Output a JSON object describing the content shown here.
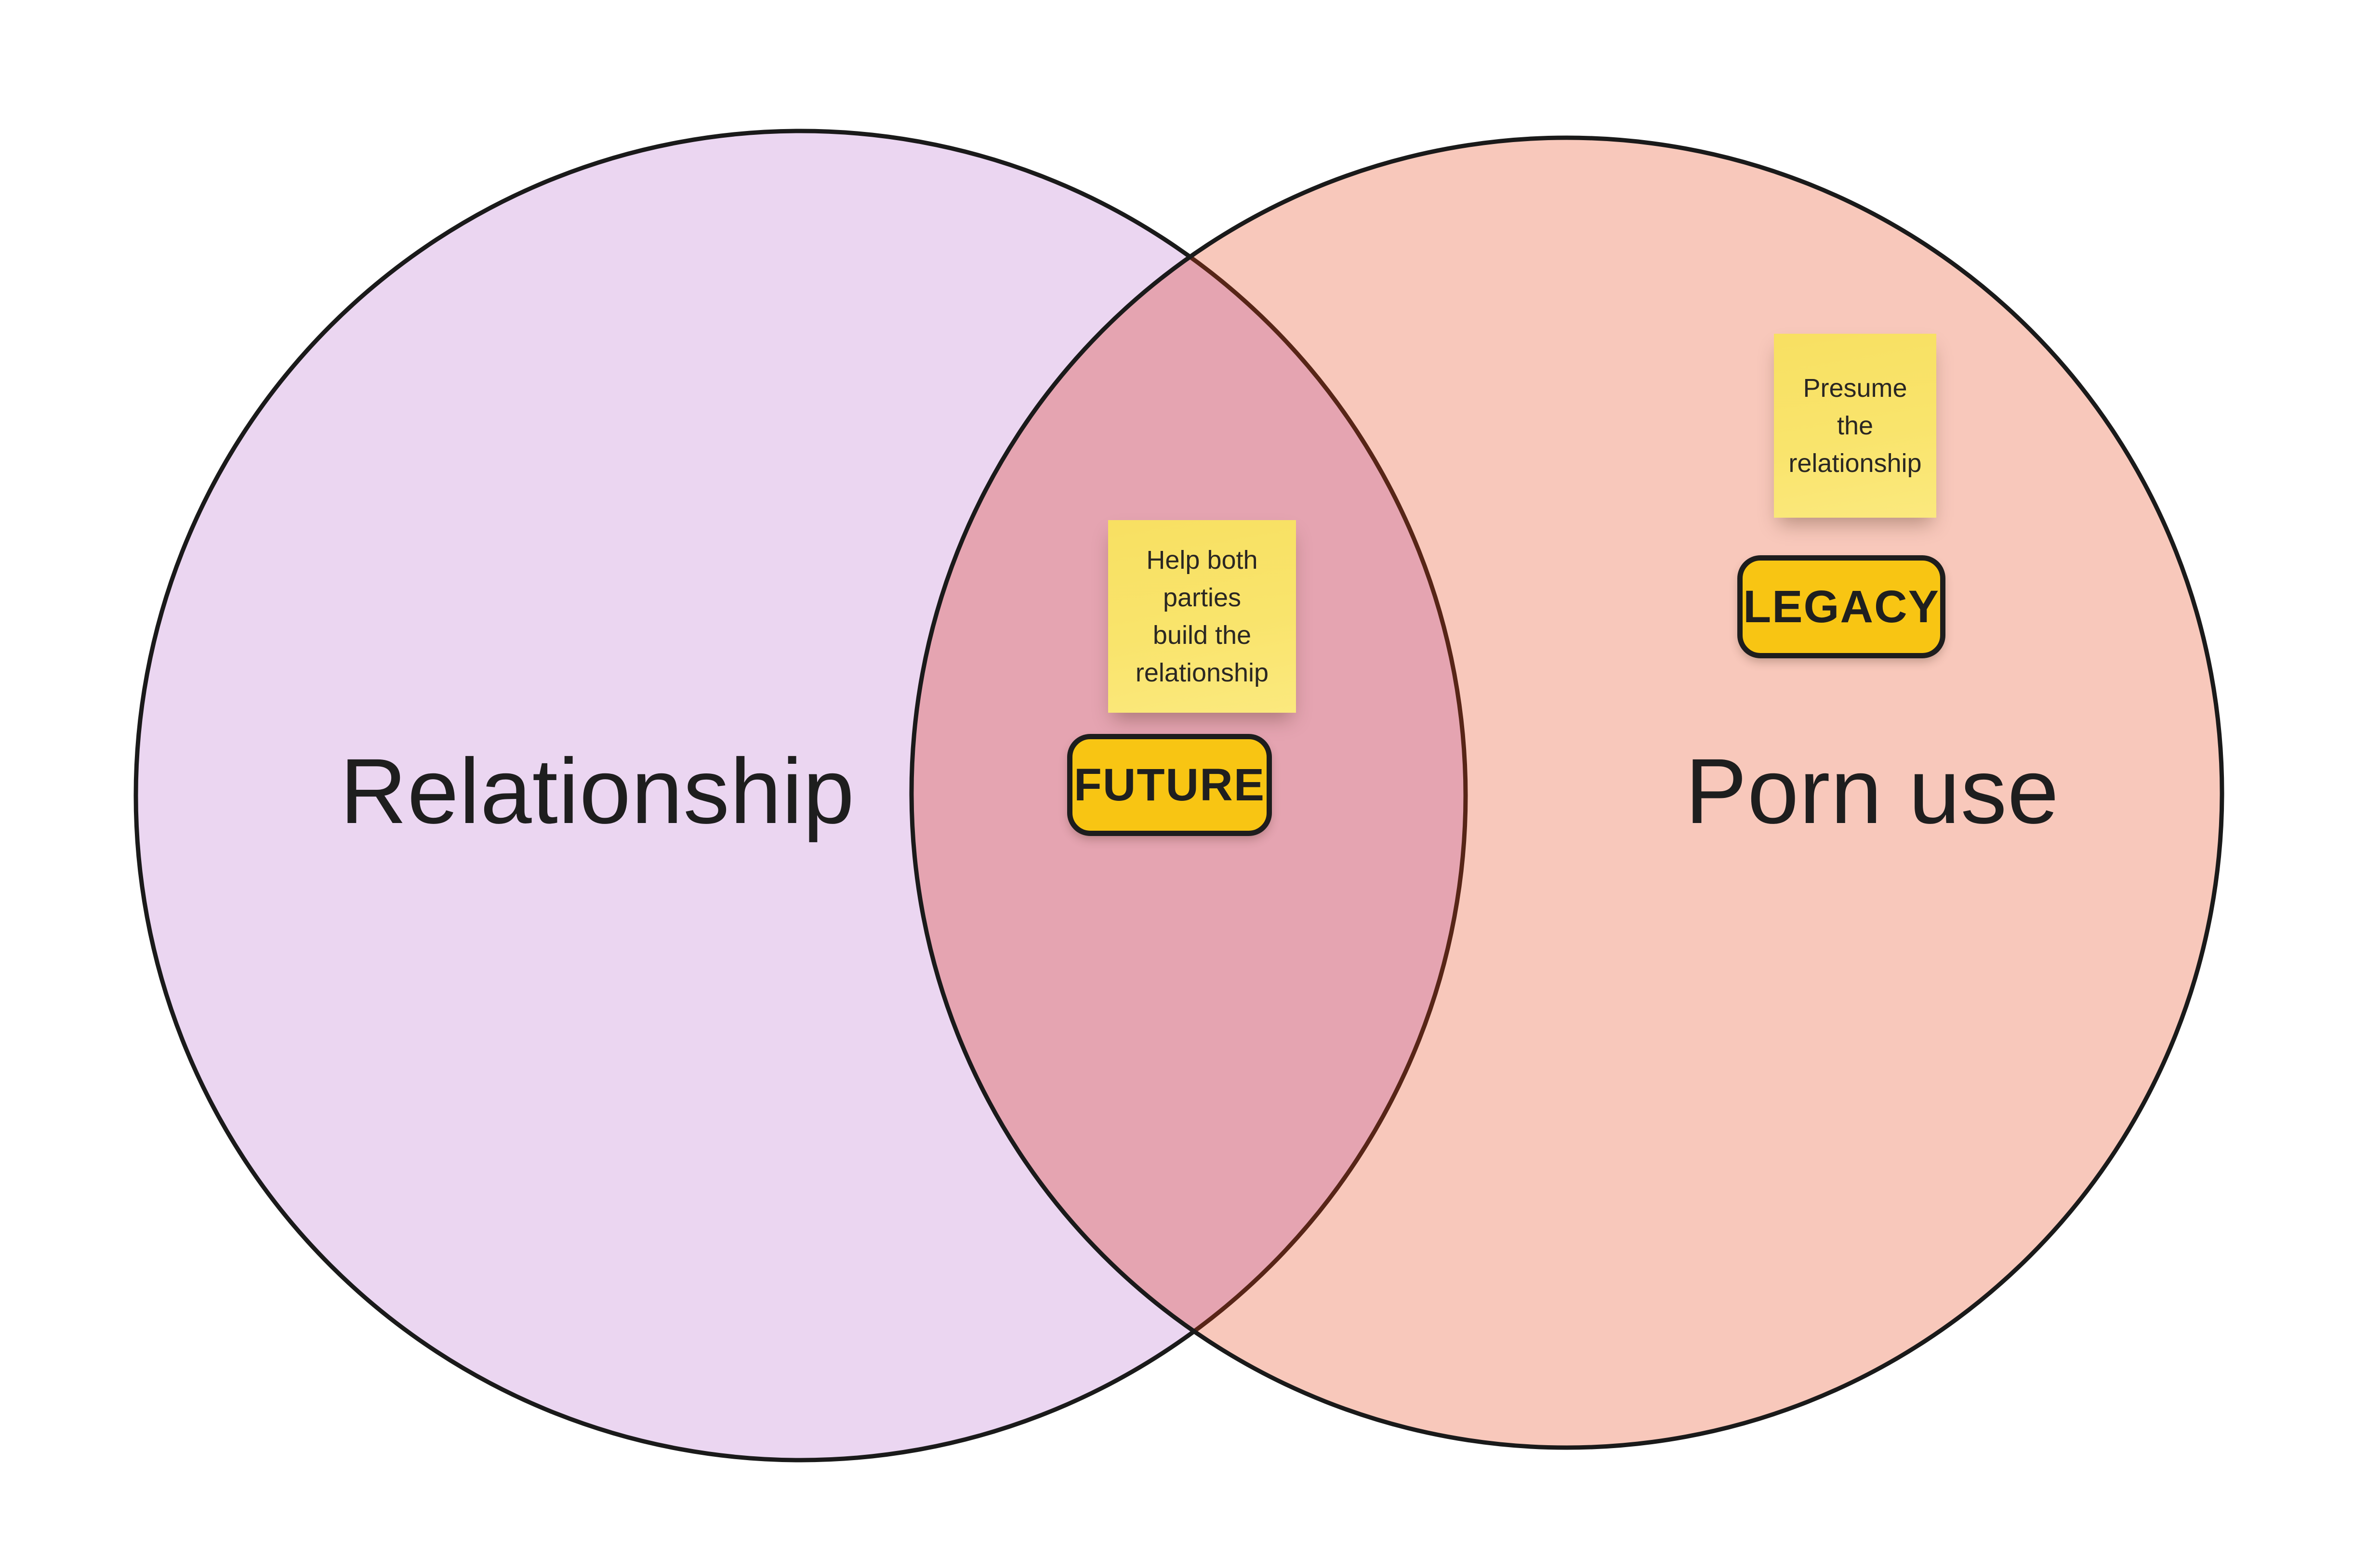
{
  "venn": {
    "background": "#ffffff",
    "outline_color": "#1a1a1a",
    "outline_width": "9",
    "left_circle": {
      "label": "Relationship",
      "fill": "#ebd6f1"
    },
    "right_circle": {
      "label": "Porn use",
      "fill": "#f8c8bb"
    },
    "overlap": {
      "fill": "#e5a4b1",
      "left_arc_tint": "#572517"
    }
  },
  "sticky_notes": [
    {
      "id": "overlap-note",
      "region": "overlap",
      "fill": "#f9e46c",
      "text_color": "#2a2723",
      "text": "Help both parties build the relationship",
      "lines": [
        "Help both",
        "parties",
        "build the",
        "relationship"
      ]
    },
    {
      "id": "right-note",
      "region": "right-circle",
      "fill": "#f9e46c",
      "text_color": "#2a2723",
      "text": "Presume the relationship",
      "lines": [
        "Presume",
        "the",
        "relationship"
      ]
    }
  ],
  "badges": [
    {
      "id": "overlap-badge",
      "region": "overlap",
      "label": "FUTURE",
      "fill": "#f8c513",
      "border_color": "#1d1d1d",
      "text_color": "#1f1f1f"
    },
    {
      "id": "right-badge",
      "region": "right-circle",
      "label": "LEGACY",
      "fill": "#f8c513",
      "border_color": "#1d1d1d",
      "text_color": "#1f1f1f"
    }
  ]
}
